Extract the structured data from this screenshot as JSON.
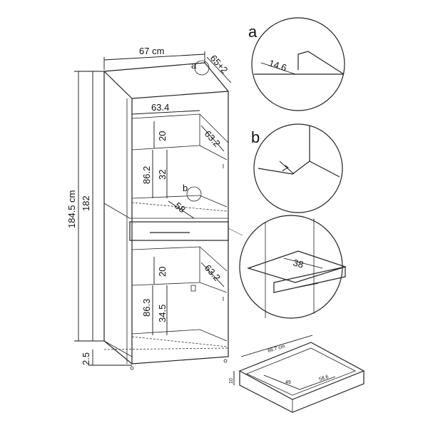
{
  "labels": {
    "width": "67 cm",
    "depth": "65+2",
    "detail_a_marker": "a",
    "detail_b_marker": "b",
    "height_total": "184.5 cm",
    "height_body": "182",
    "height_feet": "2.5",
    "inner_width": "63.4",
    "top_depth": "63.2",
    "top_gap": "20",
    "top_niche": "86.2",
    "top_shelf": "32",
    "shelf_depth": "58",
    "bottom_depth": "63.2",
    "bottom_gap": "20",
    "bottom_niche": "86.3",
    "bottom_shelf": "34.5"
  },
  "detail_a": {
    "letter": "a",
    "value": "14.6"
  },
  "detail_b": {
    "letter": "b",
    "value": "7"
  },
  "detail_drawer": {
    "value": "38"
  },
  "detail_tray": {
    "width": "66.7 cm",
    "height": "10",
    "depth_inner": "49",
    "width_inner": "58.6"
  }
}
